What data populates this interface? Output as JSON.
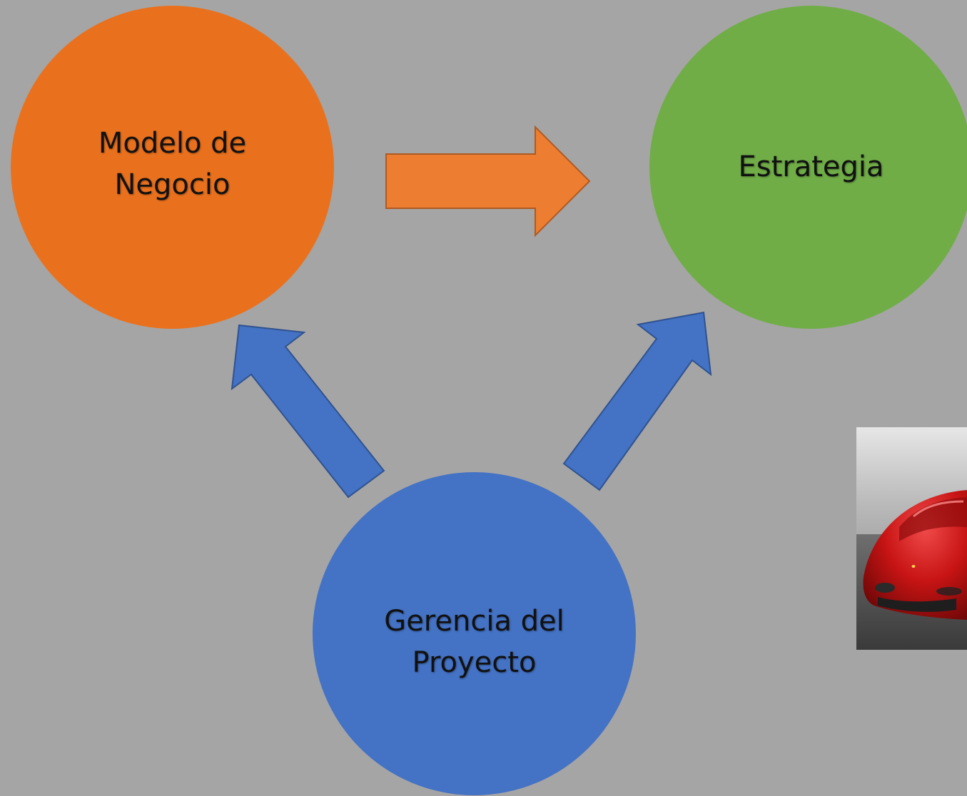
{
  "nodes": {
    "modelo": {
      "label": "Modelo de\nNegocio",
      "color": "#e9711e"
    },
    "estrategia": {
      "label": "Estrategia",
      "color": "#70ad47"
    },
    "gerencia": {
      "label": "Gerencia del\nProyecto",
      "color": "#4472c4"
    }
  },
  "arrows": {
    "orange_fill": "#ed7d31",
    "orange_stroke": "#ae5a21",
    "blue_fill": "#4472c4",
    "blue_stroke": "#2f528f"
  },
  "background": "#a5a5a5",
  "photo": {
    "subject": "red sports car"
  }
}
